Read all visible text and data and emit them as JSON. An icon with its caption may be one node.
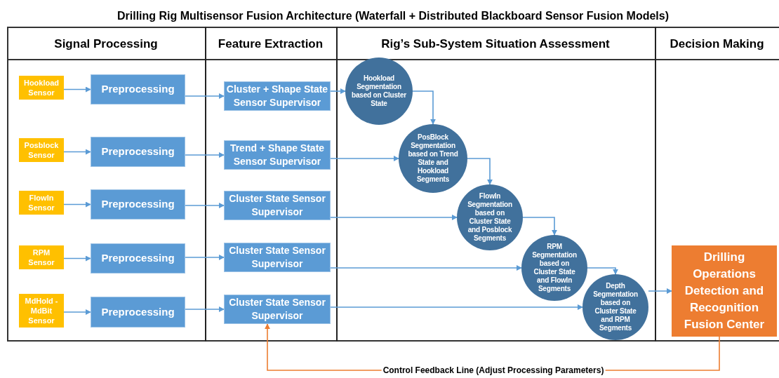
{
  "diagram": {
    "title": "Drilling Rig Multisensor Fusion Architecture (Waterfall + Distributed Blackboard Sensor Fusion Models)",
    "nodes": [
      {
        "text": [
          "Hookload Sensor"
        ]
      },
      {
        "text": [
          "Posblock Sensor"
        ]
      },
      {
        "text": [
          "FlowIn Sensor"
        ]
      },
      {
        "text": [
          "RPM Sensor"
        ]
      },
      {
        "text": [
          "MdHold - MdBit Sensor"
        ]
      },
      {
        "text": [
          "Preprocessing"
        ]
      },
      {
        "text": [
          "Preprocessing"
        ]
      },
      {
        "text": [
          "Preprocessing"
        ]
      },
      {
        "text": [
          "Preprocessing"
        ]
      },
      {
        "text": [
          "Preprocessing"
        ]
      },
      {
        "text": [
          "Cluster + Shape State Sensor Supervisor"
        ]
      },
      {
        "text": [
          "Trend + Shape State Sensor Supervisor"
        ]
      },
      {
        "text": [
          "Cluster State Sensor Supervisor"
        ]
      },
      {
        "text": [
          "Cluster State Sensor Supervisor"
        ]
      },
      {
        "text": [
          "Cluster State Sensor Supervisor"
        ]
      },
      {
        "text": [
          "Hookload Segmentation based on Cluster State"
        ]
      },
      {
        "text": [
          "PosBlock Segmentation based on Trend State and Hookload Segments"
        ]
      },
      {
        "text": [
          "FlowIn Segmentation based on Cluster State and Posblock Segments"
        ]
      },
      {
        "text": [
          "RPM Segmentation based on Cluster State and FlowIn Segments"
        ]
      },
      {
        "text": [
          "Depth Segmentation based on Cluster State and RPM Segments"
        ]
      },
      {
        "text": [
          "Drilling Operations Detection and Recognition Fusion Center"
        ]
      }
    ],
    "edges": [
      {
        "from": 0,
        "to": 5,
        "arrow": "to"
      },
      {
        "from": 1,
        "to": 6,
        "arrow": "to"
      },
      {
        "from": 2,
        "to": 7,
        "arrow": "to"
      },
      {
        "from": 3,
        "to": 8,
        "arrow": "to"
      },
      {
        "from": 4,
        "to": 9,
        "arrow": "to"
      },
      {
        "from": 5,
        "to": 10,
        "arrow": "to"
      },
      {
        "from": 6,
        "to": 11,
        "arrow": "to"
      },
      {
        "from": 7,
        "to": 12,
        "arrow": "to"
      },
      {
        "from": 8,
        "to": 13,
        "arrow": "to"
      },
      {
        "from": 9,
        "to": 14,
        "arrow": "to"
      },
      {
        "from": 10,
        "to": 15,
        "arrow": "to"
      },
      {
        "from": 11,
        "to": 16,
        "arrow": "to"
      },
      {
        "from": 12,
        "to": 17,
        "arrow": "to"
      },
      {
        "from": 13,
        "to": 18,
        "arrow": "to"
      },
      {
        "from": 14,
        "to": 19,
        "arrow": "to"
      },
      {
        "from": 15,
        "to": 16,
        "arrow": "to"
      },
      {
        "from": 16,
        "to": 17,
        "arrow": "to"
      },
      {
        "from": 17,
        "to": 18,
        "arrow": "to"
      },
      {
        "from": 18,
        "to": 19,
        "arrow": "to"
      },
      {
        "from": 19,
        "to": 20,
        "arrow": "to"
      },
      {
        "from": 20,
        "to": 14,
        "arrow": "to",
        "label": "Control Feedback Line (Adjust Processing Parameters)",
        "color": "#ed7d31"
      }
    ],
    "labels": [
      "Signal Processing",
      "Feature Extraction",
      "Rig’s Sub-System Situation Assessment",
      "Decision Making"
    ]
  }
}
